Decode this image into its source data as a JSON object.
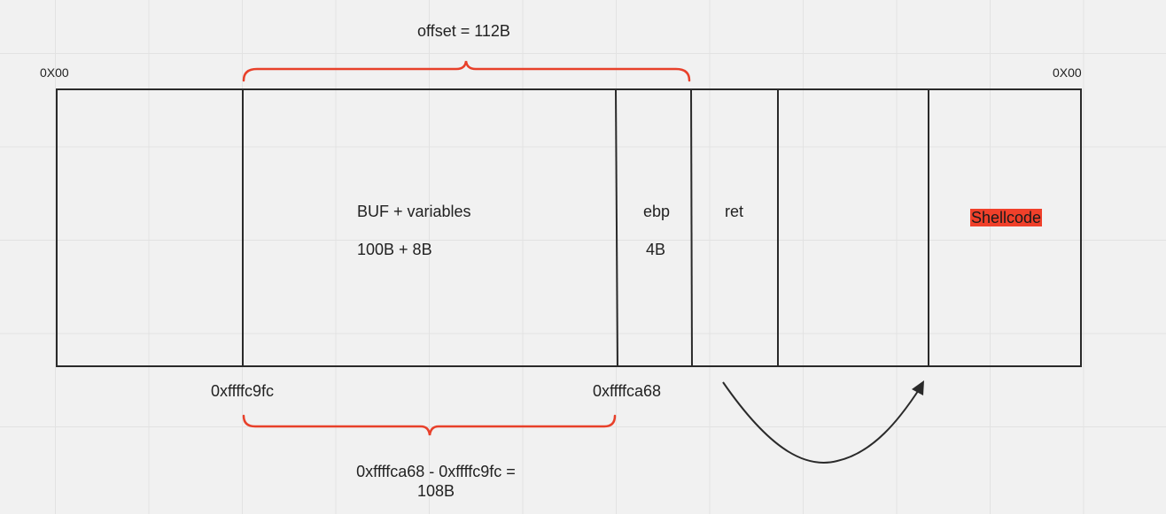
{
  "labels": {
    "offset": "offset = 112B",
    "addr_low_left": "0X00",
    "addr_low_right": "0X00",
    "buf_title": "BUF + variables",
    "buf_size": "100B + 8B",
    "ebp_title": "ebp",
    "ebp_size": "4B",
    "ret_title": "ret",
    "shellcode": "Shellcode",
    "addr_buf": "0xffffc9fc",
    "addr_ebp": "0xffffca68",
    "calc_line1": "0xffffca68 - 0xffffc9fc =",
    "calc_line2": "108B"
  },
  "colors": {
    "brace": "#e8402a",
    "highlight": "#f0402a",
    "stroke": "#2a2a2a"
  }
}
